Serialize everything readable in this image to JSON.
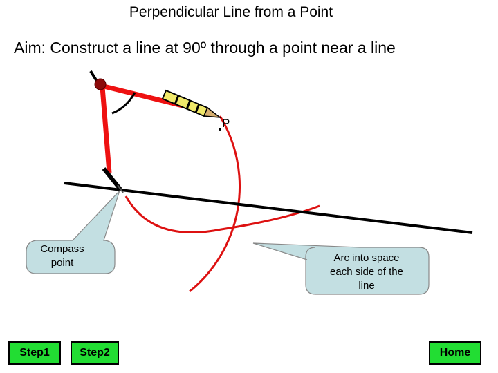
{
  "title": "Perpendicular Line from a Point",
  "aim": "Aim: Construct a line at 90º through a point near a line",
  "point_label": "P",
  "callouts": {
    "compass_point": "Compass point",
    "arc": "Arc into space each side of the line"
  },
  "buttons": {
    "step1": "Step1",
    "step2": "Step2",
    "home": "Home"
  },
  "colors": {
    "button_bg": "#22dd33",
    "callout_bg": "#c3dfe2",
    "compass": "#ee1111",
    "arc": "#dd1111",
    "pencil": "#f0e86a"
  }
}
